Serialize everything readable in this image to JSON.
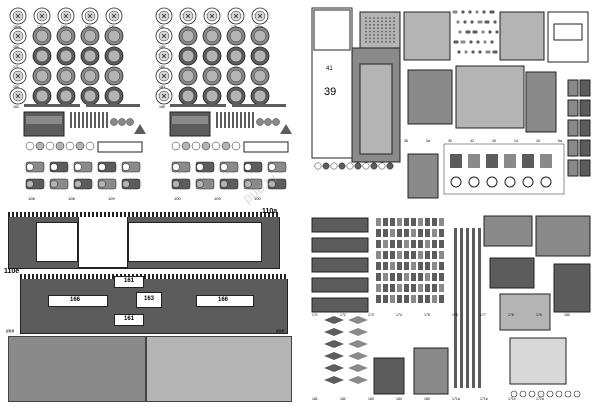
{
  "sheet": {
    "watermark": "pub.tu",
    "tl": {
      "wheel_marks": [
        "180a",
        "171",
        "183",
        "195",
        "171",
        "180",
        "171",
        "180",
        "182",
        "181",
        "184",
        "182",
        "176",
        "189a",
        "189",
        "180",
        "183",
        "189",
        "179",
        "179a",
        "186",
        "178",
        "180",
        "179",
        "185a"
      ],
      "bottom_labels": [
        "108",
        "108",
        "109",
        "100",
        "109",
        "100"
      ]
    },
    "tr": {
      "part_41": "41",
      "part_39": "39",
      "small_marks": [
        "36",
        "3a",
        "30",
        "42",
        "40",
        "14",
        "16",
        "5a"
      ]
    },
    "bl": {
      "hull_label_top": "110a",
      "hull_label_bottom": "110e",
      "panel_161_top": "161",
      "panel_161_bottom": "161",
      "panel_166_left": "166",
      "panel_163": "163",
      "panel_166_right": "166",
      "corner_note_left": "###",
      "corner_note_right": "###"
    },
    "br": {
      "labels": [
        "171",
        "172",
        "173",
        "174",
        "175",
        "176",
        "177",
        "178",
        "179",
        "180",
        "181",
        "182",
        "183",
        "184",
        "185",
        "171a",
        "171b",
        "171c",
        "171d"
      ]
    },
    "colors": {
      "dark": "#5c5c5c",
      "mid": "#8a8a8a",
      "light": "#b4b4b4",
      "pale": "#d8d8d8",
      "line": "#222222"
    }
  }
}
